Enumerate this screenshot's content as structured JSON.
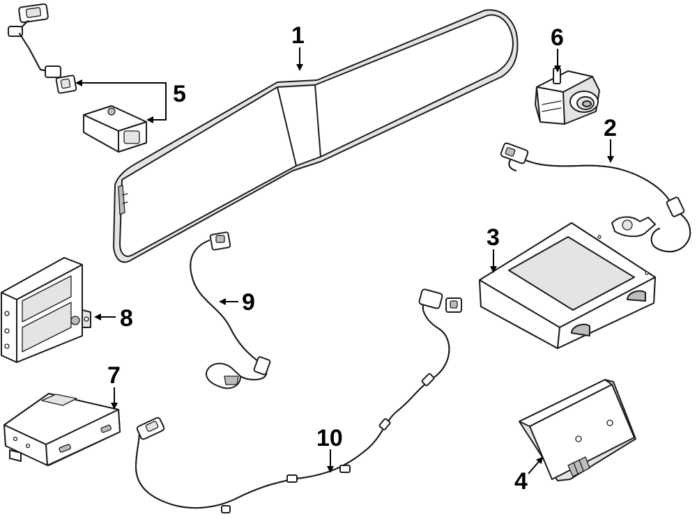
{
  "diagram": {
    "callouts": [
      {
        "id": "1",
        "label": "1"
      },
      {
        "id": "2",
        "label": "2"
      },
      {
        "id": "3",
        "label": "3"
      },
      {
        "id": "4",
        "label": "4"
      },
      {
        "id": "5",
        "label": "5"
      },
      {
        "id": "6",
        "label": "6"
      },
      {
        "id": "7",
        "label": "7"
      },
      {
        "id": "8",
        "label": "8"
      },
      {
        "id": "9",
        "label": "9"
      },
      {
        "id": "10",
        "label": "10"
      }
    ],
    "colors": {
      "line": "#1a1a1a",
      "background": "#ffffff",
      "shade": "#e4e4e4"
    }
  }
}
